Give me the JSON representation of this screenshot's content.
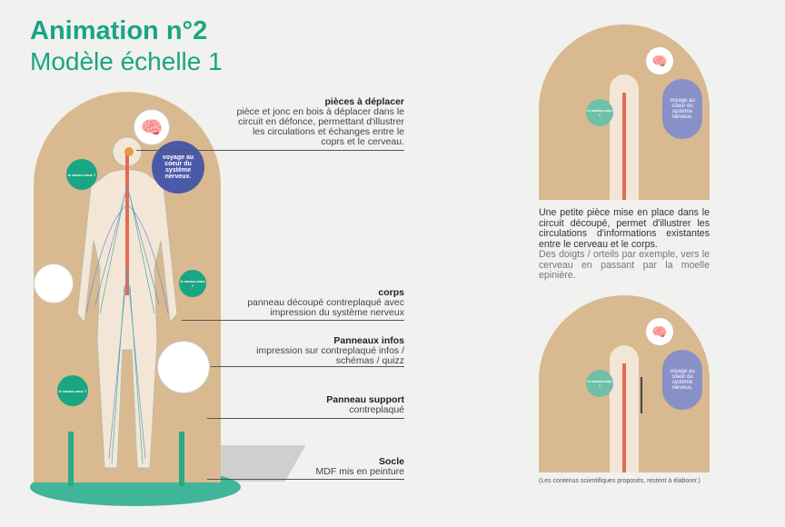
{
  "title": {
    "line1": "Animation n°2",
    "line2": "Modèle échelle 1"
  },
  "panel": {
    "voyage": "voyage au coeur du système nerveux.",
    "saviez": "le saviez-vous ?"
  },
  "labels": [
    {
      "title": "pièces à déplacer",
      "text": "pièce et jonc en bois à déplacer dans le circuit en défonce, permettant d'illustrer les circulations et échanges entre le coprs et le cerveau."
    },
    {
      "title": "corps",
      "text": "panneau découpé contreplaqué avec impression du système nerveux"
    },
    {
      "title": "Panneaux infos",
      "text": "impression sur contreplaqué infos / schémas / quizz"
    },
    {
      "title": "Panneau support",
      "text": "contreplaqué"
    },
    {
      "title": "Socle",
      "text": "MDF mis en peinture"
    }
  ],
  "caption": {
    "main": "Une petite pièce mise en place dans le circuit découpé, permet d'illustrer les circulations d'informations existantes entre le cerveau et le corps.",
    "secondary": "Des doigts / orteils par exemple, vers le cerveau en passant par la moelle epinière."
  },
  "note": "(Les contenus scientifiques proposés, restent à élaborer.)",
  "colors": {
    "green": "#1aa583",
    "blue": "#4a5aa8",
    "wood": "#d9b98f"
  }
}
